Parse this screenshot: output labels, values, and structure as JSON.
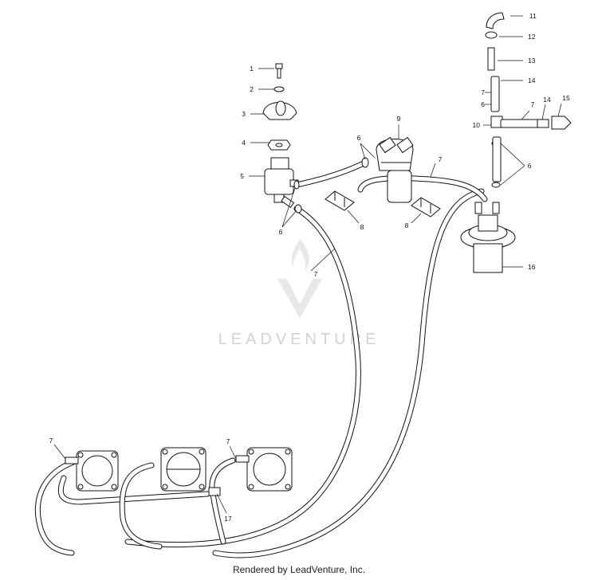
{
  "labels": [
    "1",
    "2",
    "3",
    "4",
    "5",
    "6",
    "6",
    "6",
    "7",
    "7",
    "7",
    "7",
    "7",
    "7",
    "6",
    "8",
    "8",
    "9",
    "10",
    "11",
    "12",
    "13",
    "14",
    "14",
    "15",
    "16",
    "17"
  ],
  "watermark": "LEADVENTURE",
  "footer": "Rendered by LeadVenture, Inc.",
  "colors": {
    "ink": "#111111",
    "watermark": "#d3d3d3",
    "paper": "#ffffff"
  }
}
